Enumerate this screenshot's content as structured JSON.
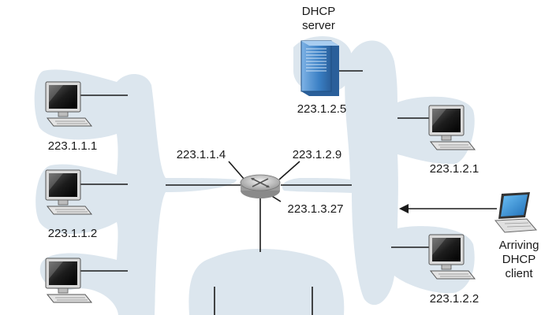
{
  "subnets": {
    "left": {
      "hosts": [
        "223.1.1.1",
        "223.1.1.2"
      ]
    },
    "right": {
      "hosts": [
        "223.1.2.1",
        "223.1.2.2"
      ]
    }
  },
  "router": {
    "interfaces": {
      "left": "223.1.1.4",
      "right": "223.1.2.9",
      "bottom": "223.1.3.27"
    }
  },
  "dhcp_server": {
    "title_line1": "DHCP",
    "title_line2": "server",
    "address": "223.1.2.5"
  },
  "arriving_client": {
    "line1": "Arriving",
    "line2": "DHCP",
    "line3": "client"
  },
  "colors": {
    "subnet_fill": "#dce6ee",
    "server_blue": "#3a7fc4",
    "laptop_blue": "#2f8fd8",
    "monitor_dark": "#2a2a2a"
  }
}
